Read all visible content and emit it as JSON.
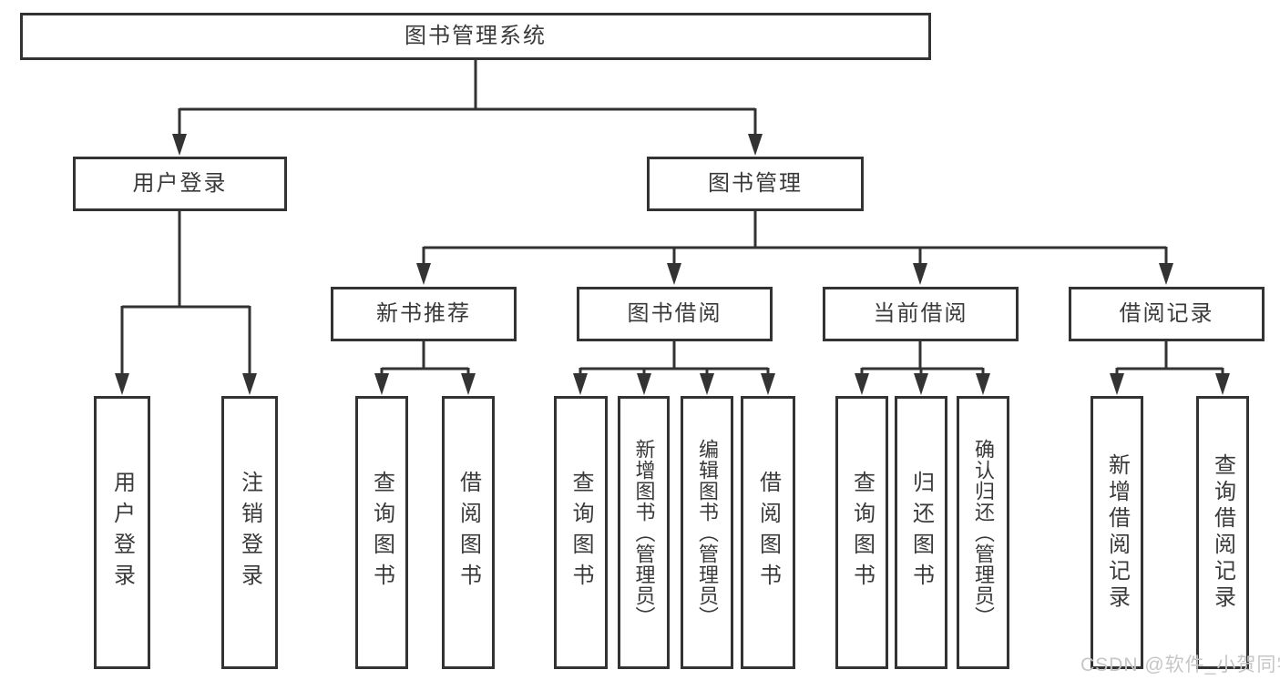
{
  "tree": {
    "root": "图书管理系统",
    "branches": [
      {
        "label": "用户登录",
        "children": [
          "用户登录",
          "注销登录"
        ]
      },
      {
        "label": "图书管理",
        "groups": [
          {
            "label": "新书推荐",
            "children": [
              "查询图书",
              "借阅图书"
            ]
          },
          {
            "label": "图书借阅",
            "children": [
              "查询图书",
              "新增图书（管理员）",
              "编辑图书（管理员）",
              "借阅图书"
            ]
          },
          {
            "label": "当前借阅",
            "children": [
              "查询图书",
              "归还图书",
              "确认归还（管理员）"
            ]
          },
          {
            "label": "借阅记录",
            "children": [
              "新增借阅记录",
              "查询借阅记录"
            ]
          }
        ]
      }
    ]
  },
  "watermark": "CSDN @软件_小贺同学",
  "colors": {
    "line": "#333333",
    "border": "#333333",
    "text": "#3a3a3a",
    "watermark": "#c6c6c6",
    "background": "#ffffff"
  }
}
